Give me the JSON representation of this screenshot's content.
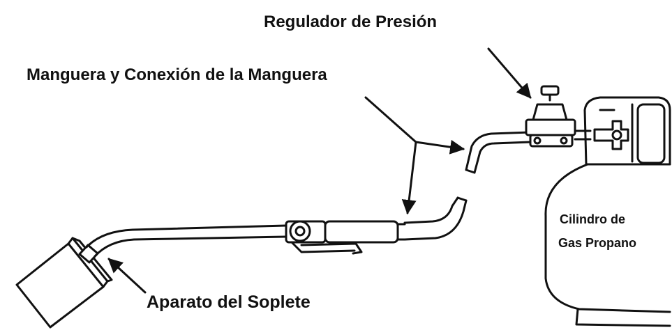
{
  "diagram": {
    "labels": {
      "regulator": "Regulador de Presión",
      "hose": "Manguera y Conexión de la Manguera",
      "torch": "Aparato del Soplete",
      "cylinder_line1": "Cilindro de",
      "cylinder_line2": "Gas Propano"
    },
    "colors": {
      "ink": "#111111",
      "background": "#ffffff"
    }
  }
}
